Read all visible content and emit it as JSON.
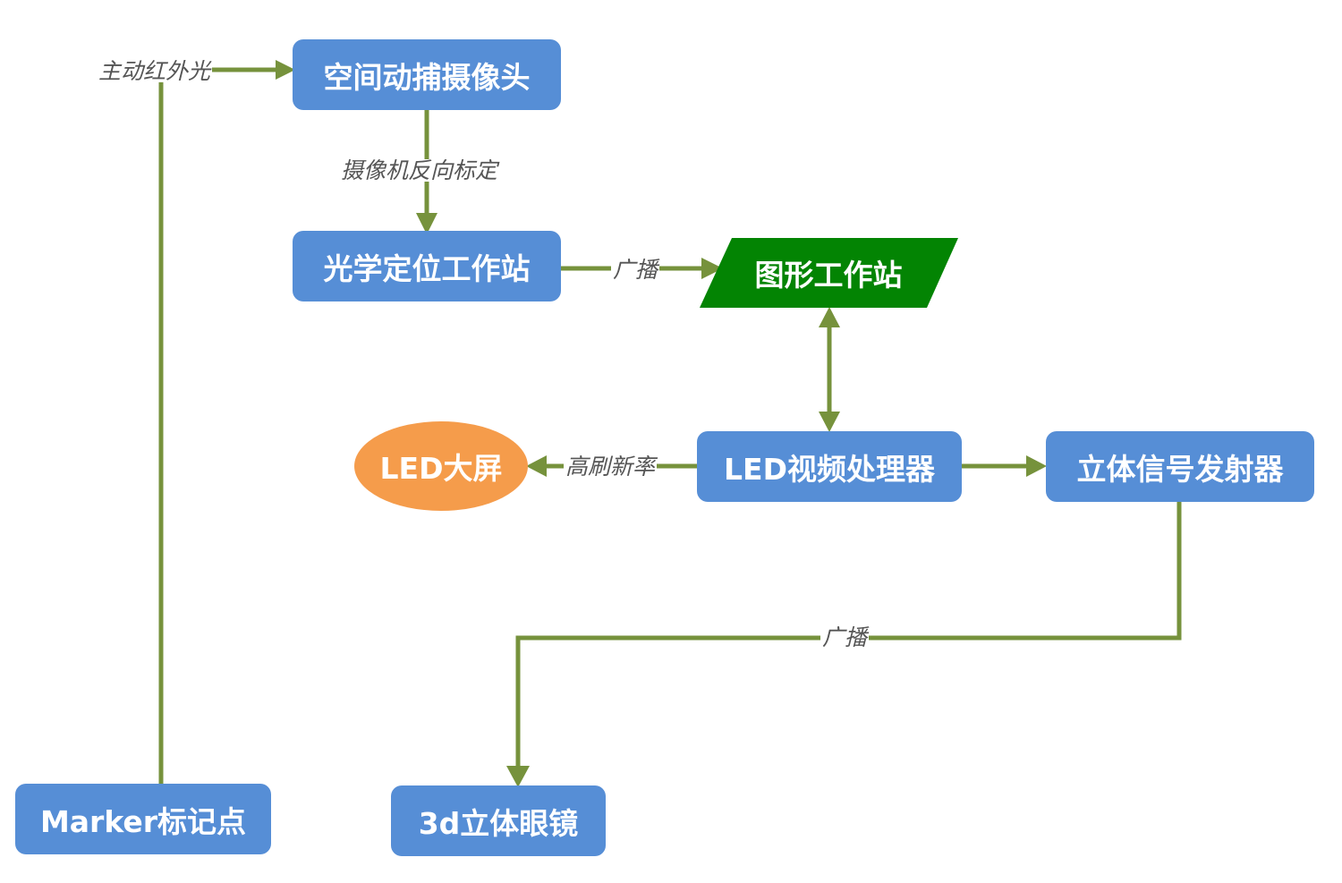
{
  "colors": {
    "node_fill": "#568ed6",
    "graphics_fill": "#038403",
    "led_screen_fill": "#f59c4b",
    "edge": "#76923c",
    "node_text": "#ffffff",
    "label_text": "#555555"
  },
  "nodes": {
    "camera": "空间动捕摄像头",
    "optical_workstation": "光学定位工作站",
    "graphics_workstation": "图形工作站",
    "led_processor": "LED视频处理器",
    "stereo_emitter": "立体信号发射器",
    "led_screen": "LED大屏",
    "marker": "Marker标记点",
    "glasses_3d": "3d立体眼镜"
  },
  "edge_labels": {
    "infrared": "主动红外光",
    "calibration": "摄像机反向标定",
    "broadcast_1": "广播",
    "high_refresh": "高刷新率",
    "broadcast_2": "广播"
  }
}
